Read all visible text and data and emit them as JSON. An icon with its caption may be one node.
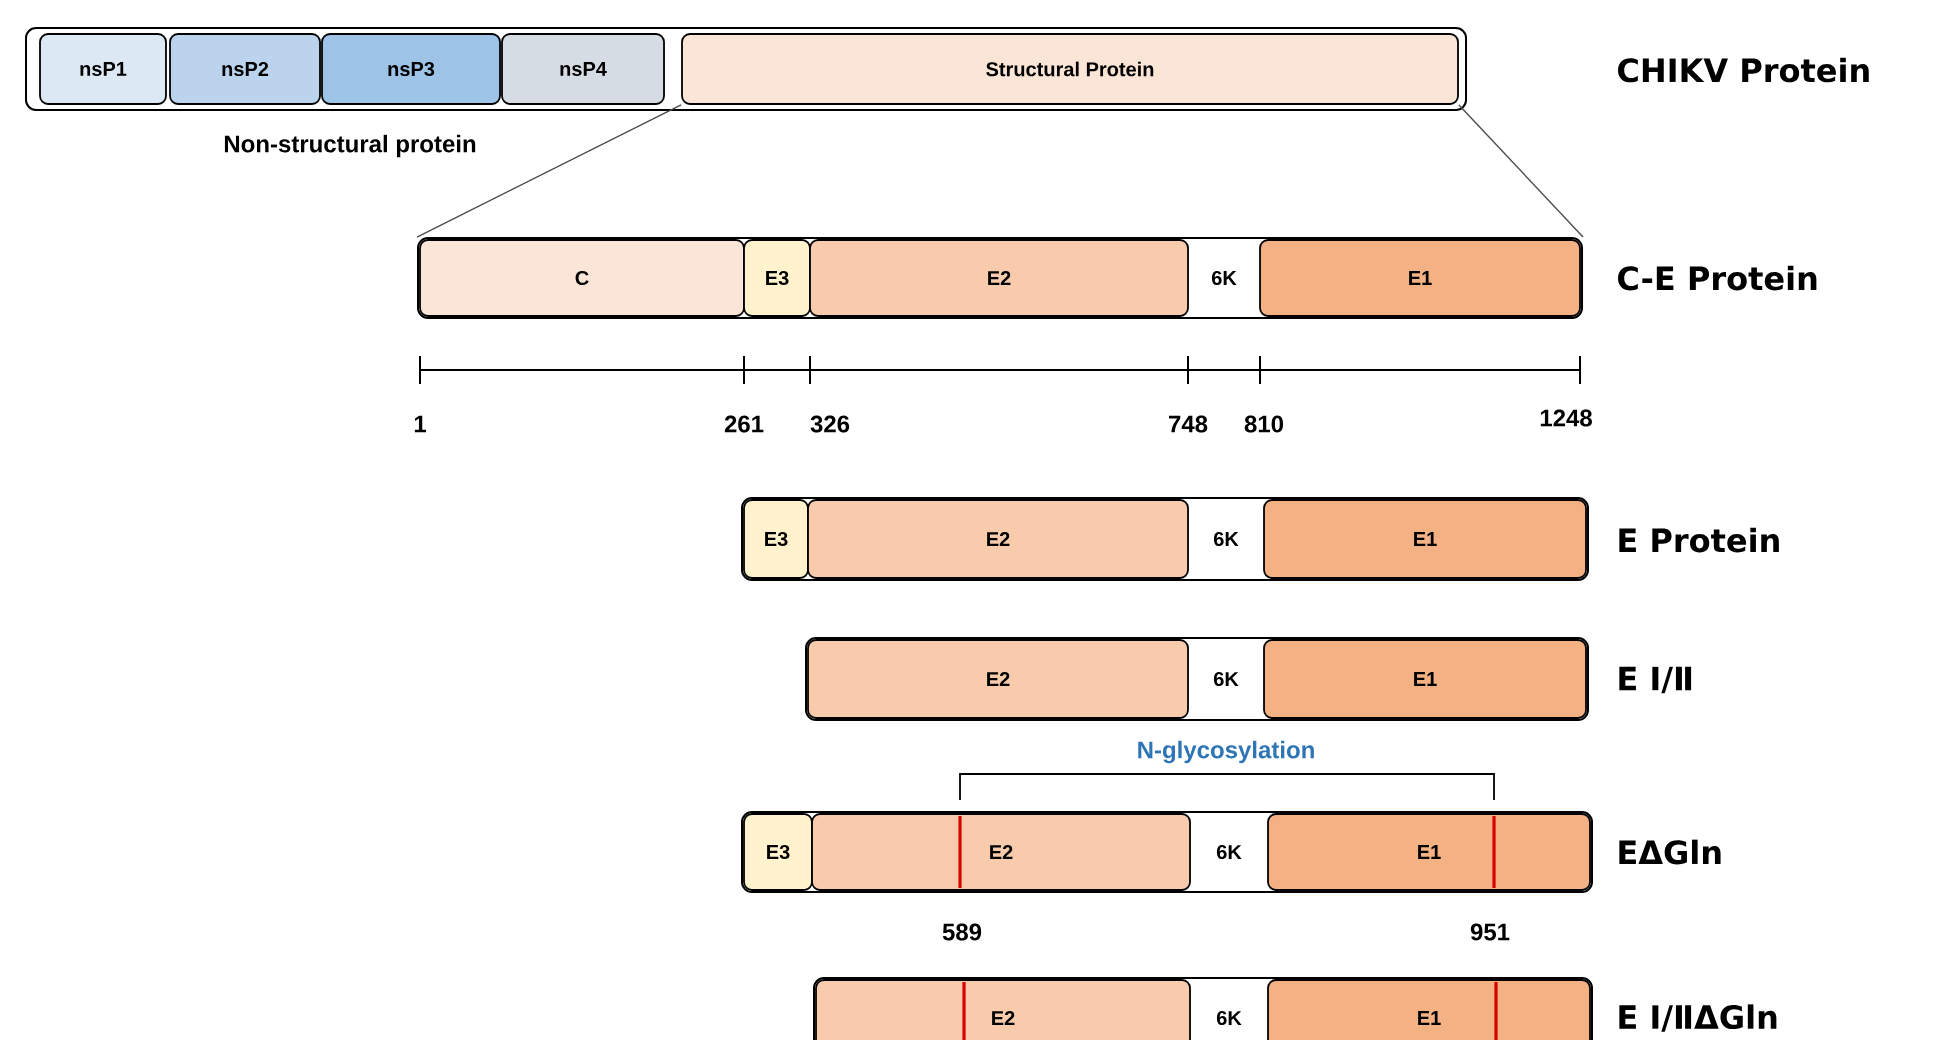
{
  "diagram": {
    "nodes": [
      {
        "text": [],
        "shape": "bar"
      },
      {
        "text": [
          "nsP1"
        ],
        "in": 0
      },
      {
        "text": [
          "nsP2"
        ],
        "in": 0
      },
      {
        "text": [
          "nsP3"
        ],
        "in": 0
      },
      {
        "text": [
          "nsP4"
        ],
        "in": 0
      },
      {
        "text": [
          "Structural Protein"
        ],
        "in": 0
      },
      {
        "text": [],
        "shape": "bar"
      },
      {
        "text": [
          "C"
        ],
        "in": 6
      },
      {
        "text": [
          "E3"
        ],
        "in": 6
      },
      {
        "text": [
          "E2"
        ],
        "in": 6
      },
      {
        "text": [
          "6K"
        ],
        "in": 6
      },
      {
        "text": [
          "E1"
        ],
        "in": 6
      },
      {
        "text": [],
        "shape": "bar"
      },
      {
        "text": [
          "E3"
        ],
        "in": 12
      },
      {
        "text": [
          "E2"
        ],
        "in": 12
      },
      {
        "text": [
          "6K"
        ],
        "in": 12
      },
      {
        "text": [
          "E1"
        ],
        "in": 12
      },
      {
        "text": [],
        "shape": "bar"
      },
      {
        "text": [
          "E2"
        ],
        "in": 17
      },
      {
        "text": [
          "6K"
        ],
        "in": 17
      },
      {
        "text": [
          "E1"
        ],
        "in": 17
      },
      {
        "text": [],
        "shape": "bar"
      },
      {
        "text": [
          "E3"
        ],
        "in": 21
      },
      {
        "text": [
          "E2"
        ],
        "in": 21
      },
      {
        "text": [
          "6K"
        ],
        "in": 21
      },
      {
        "text": [
          "E1"
        ],
        "in": 21
      },
      {
        "text": [],
        "shape": "bar"
      },
      {
        "text": [
          "E2"
        ],
        "in": 26
      },
      {
        "text": [
          "6K"
        ],
        "in": 26
      },
      {
        "text": [
          "E1"
        ],
        "in": 26
      }
    ],
    "edges": [
      {
        "from": 5,
        "to": 6,
        "arrow": "none"
      },
      {
        "from": 5,
        "to": 6,
        "arrow": "none"
      }
    ],
    "labels": [
      "CHIKV Protein",
      "Non-structural protein",
      "C-E Protein",
      "1",
      "261",
      "326",
      "748",
      "810",
      "1248",
      "E Protein",
      "E Ⅰ/Ⅱ",
      "N-glycosylation",
      "EΔGln",
      "589",
      "951",
      "E Ⅰ/ⅡΔGln"
    ]
  }
}
